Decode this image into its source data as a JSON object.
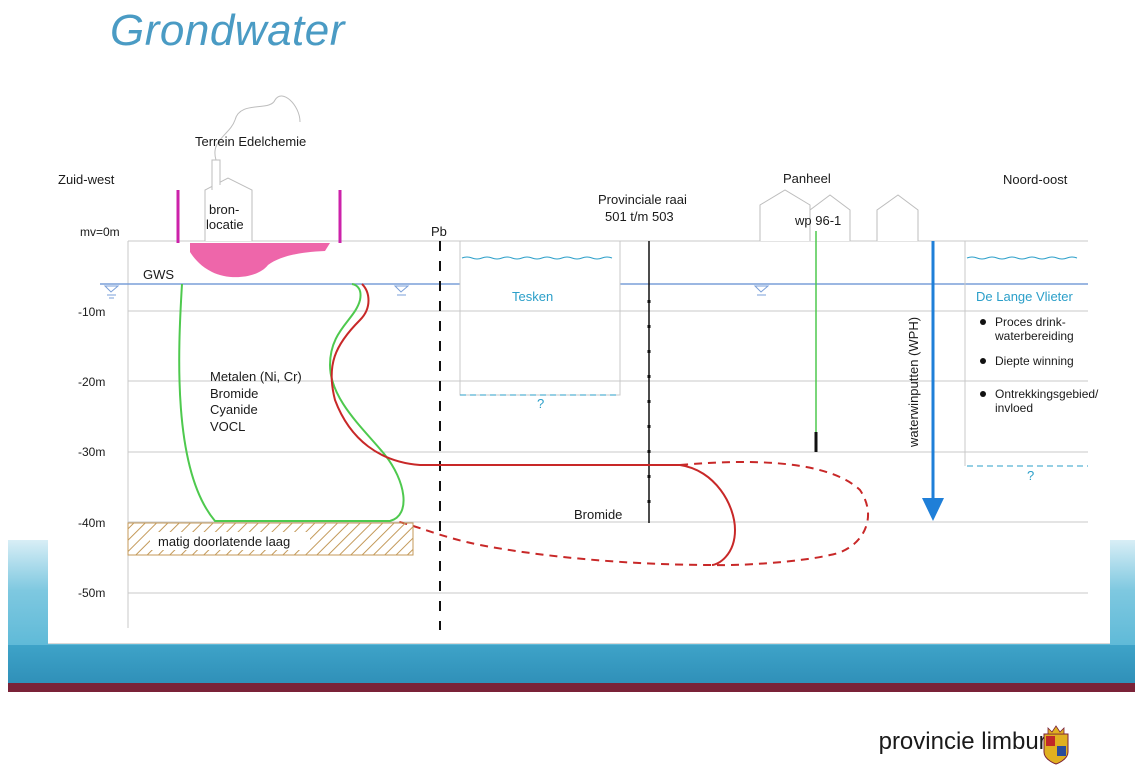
{
  "title": "Grondwater",
  "labels": {
    "southwest": "Zuid-west",
    "northeast": "Noord-oost",
    "terrain": "Terrein Edelchemie",
    "source_line1": "bron-",
    "source_line2": "locatie",
    "surface": "mv=0m",
    "gws": "GWS",
    "pb": "Pb",
    "raai_line1": "Provinciale raai",
    "raai_line2": "501 t/m 503",
    "panheel": "Panheel",
    "wp": "wp 96-1",
    "tesken": "Tesken",
    "lange_vlieter": "De Lange Vlieter",
    "contaminants": [
      "Metalen (Ni, Cr)",
      "Bromide",
      "Cyanide",
      "VOCL"
    ],
    "bromide": "Bromide",
    "layer": "matig doorlatende laag",
    "wph": "waterwinputten (WPH)",
    "question1": "?",
    "question2": "?"
  },
  "depths": [
    "-10m",
    "-20m",
    "-30m",
    "-40m",
    "-50m"
  ],
  "bullets": [
    [
      "Proces drink-",
      "waterbereiding"
    ],
    [
      "Diepte winning"
    ],
    [
      "Ontrekkingsgebied/",
      "invloed"
    ]
  ],
  "brand": "provincie limburg",
  "colors": {
    "title": "#4a9bc4",
    "water_level": "#7a9fd8",
    "pond": "#2b9fc9",
    "plume_green": "#4ec94e",
    "plume_red": "#c82828",
    "source": "#ee66aa",
    "fence": "#cc22aa",
    "arrow": "#1f7fd8",
    "maroon": "#7a2238"
  }
}
